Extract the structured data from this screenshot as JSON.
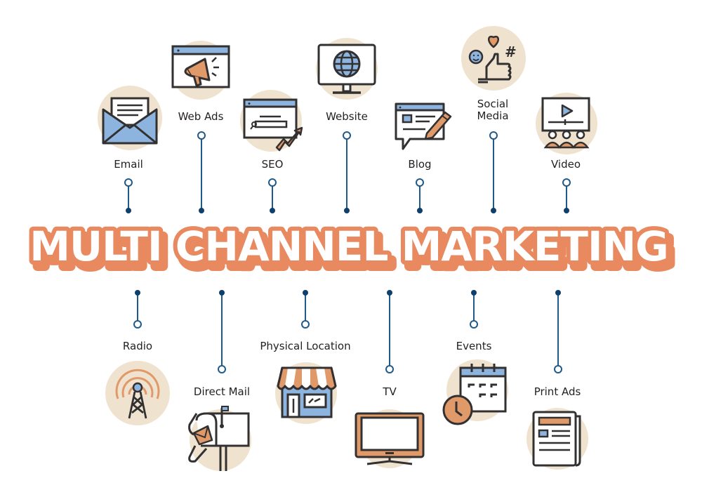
{
  "title": "MULTI CHANNEL MARKETING",
  "colors": {
    "accent": "#e8895f",
    "circle_bg": "#efe3d0",
    "line": "#1f5a8a",
    "dot": "#0f3f6b",
    "outline": "#333031",
    "blue_fill": "#8cb4de",
    "orange_fill": "#e09968",
    "text": "#231f20"
  },
  "top_channels": [
    {
      "id": "email",
      "label": "Email",
      "icon": "envelope-icon"
    },
    {
      "id": "web-ads",
      "label": "Web Ads",
      "icon": "megaphone-browser-icon"
    },
    {
      "id": "seo",
      "label": "SEO",
      "icon": "seo-growth-icon"
    },
    {
      "id": "website",
      "label": "Website",
      "icon": "globe-monitor-icon"
    },
    {
      "id": "blog",
      "label": "Blog",
      "icon": "blog-pencil-icon"
    },
    {
      "id": "social-media",
      "label_line1": "Social",
      "label_line2": "Media",
      "icon": "thumbs-up-social-icon"
    },
    {
      "id": "video",
      "label": "Video",
      "icon": "video-audience-icon"
    }
  ],
  "bottom_channels": [
    {
      "id": "radio",
      "label": "Radio",
      "icon": "radio-tower-icon"
    },
    {
      "id": "direct-mail",
      "label": "Direct Mail",
      "icon": "mailbox-icon"
    },
    {
      "id": "physical-location",
      "label": "Physical Location",
      "icon": "storefront-icon"
    },
    {
      "id": "tv",
      "label": "TV",
      "icon": "television-icon"
    },
    {
      "id": "events",
      "label": "Events",
      "icon": "calendar-clock-icon"
    },
    {
      "id": "print-ads",
      "label": "Print Ads",
      "icon": "newspaper-icon"
    }
  ]
}
